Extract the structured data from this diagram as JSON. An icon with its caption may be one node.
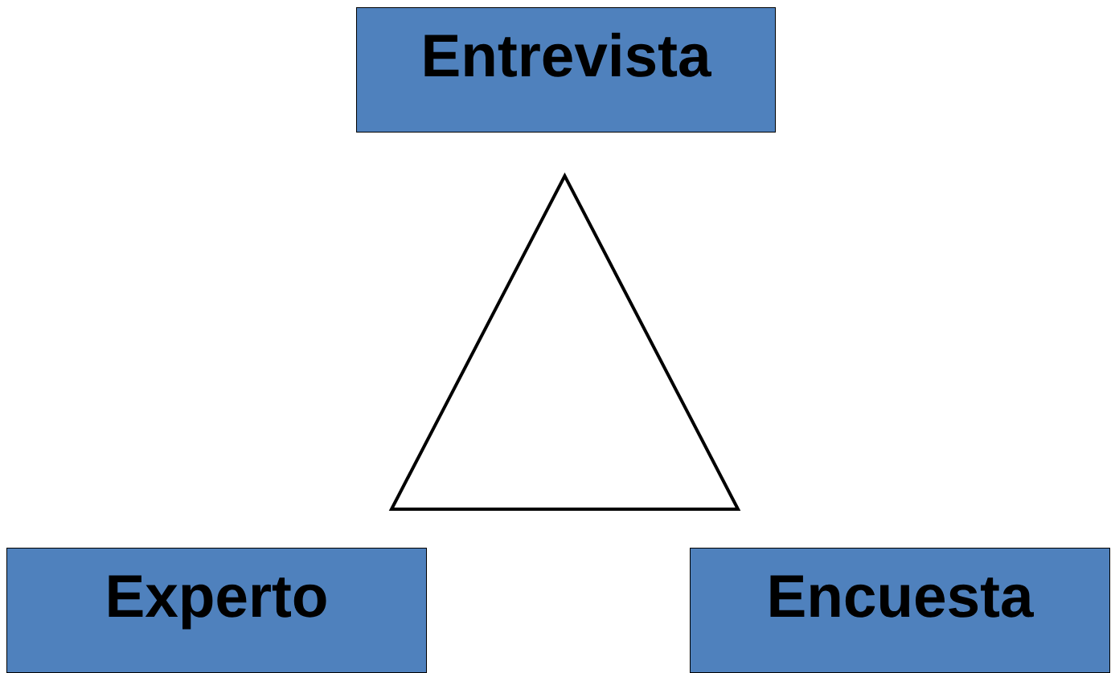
{
  "diagram": {
    "nodes": [
      {
        "text": [
          "Entrevista"
        ]
      },
      {
        "text": [],
        "shape": "triangle"
      },
      {
        "text": [
          "Experto"
        ]
      },
      {
        "text": [
          "Encuesta"
        ]
      }
    ]
  }
}
